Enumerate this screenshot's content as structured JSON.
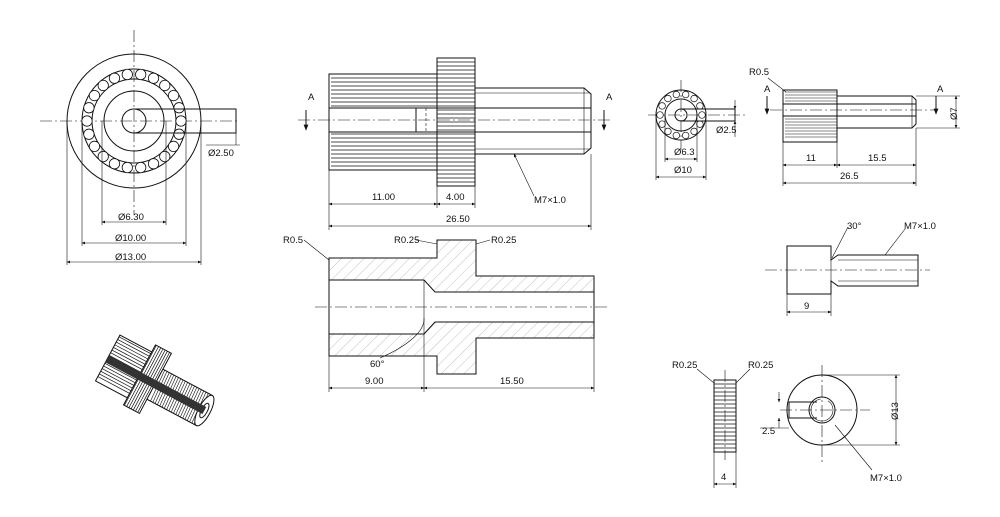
{
  "labels": {
    "d250": "Ø2.50",
    "d630": "Ø6.30",
    "d1000": "Ø10.00",
    "d1300": "Ø13.00",
    "sectionA": "A",
    "len1100": "11.00",
    "len400": "4.00",
    "len2650": "26.50",
    "thread_main": "M7×1.0",
    "r05_main": "R0.5",
    "r025_a": "R0.25",
    "r025_b": "R0.25",
    "angle60": "60°",
    "len900": "9.00",
    "len1550": "15.50",
    "sm_d25": "Ø2.5",
    "sm_d63": "Ø6.3",
    "sm_d10": "Ø10",
    "r05_side": "R0.5",
    "side_d7": "Ø7",
    "side_11": "11",
    "side_155": "15.5",
    "side_265": "26.5",
    "angle30": "30°",
    "thread_small": "M7×1.0",
    "sec_9": "9",
    "ring_r025a": "R0.25",
    "ring_r025b": "R0.25",
    "ring_4": "4",
    "nut_25": "2.5",
    "nut_d13": "Ø13",
    "nut_thread": "M7×1.0"
  }
}
